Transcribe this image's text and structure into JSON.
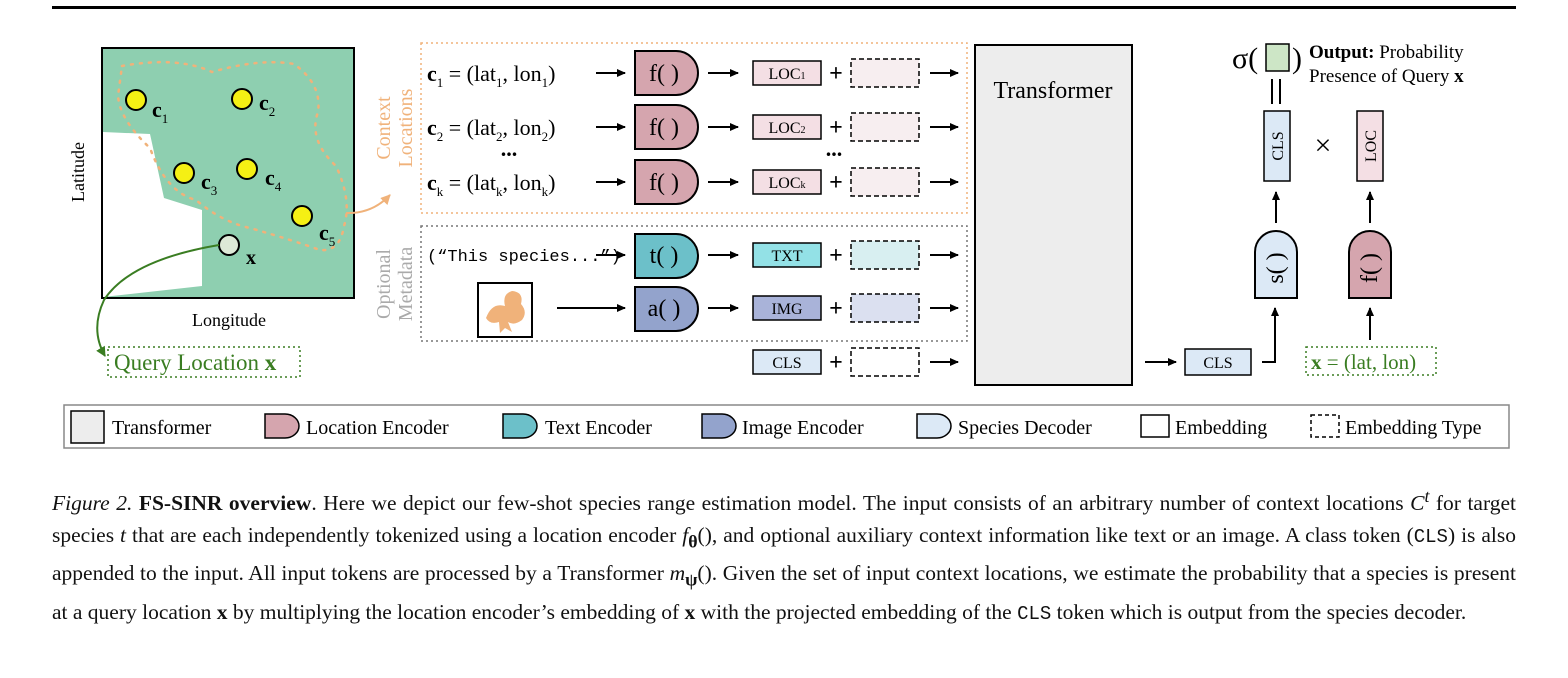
{
  "colors": {
    "map_green": "#8ecfb0",
    "context_orange": "#f0b27a",
    "query_green": "#3a7d22",
    "point_yellow": "#f5f014",
    "transformer_gray": "#ededed",
    "location_encoder": "#d5a5ae",
    "text_encoder": "#6cc0c9",
    "image_encoder": "#93a3cc",
    "species_decoder": "#dce9f6",
    "loc_pink": "#f4dfe4",
    "txt_cyan": "#93e1e6",
    "img_blue": "#a9b3d9"
  },
  "map": {
    "ylabel": "Latitude",
    "xlabel": "Longitude",
    "points": [
      {
        "base": "c",
        "sub": "1"
      },
      {
        "base": "c",
        "sub": "2"
      },
      {
        "base": "c",
        "sub": "3"
      },
      {
        "base": "c",
        "sub": "4"
      },
      {
        "base": "c",
        "sub": "5"
      }
    ],
    "query_point": "x",
    "query_text": "Query Location",
    "query_var": "x"
  },
  "context": {
    "label_1": "Context",
    "label_2": "Locations",
    "rows": [
      {
        "c": "c",
        "c_sub": "1",
        "lat_sub": "1",
        "lon_sub": "1",
        "enc": "f( )",
        "emb": "LOC",
        "emb_sub": "1"
      },
      {
        "c": "c",
        "c_sub": "2",
        "lat_sub": "2",
        "lon_sub": "2",
        "enc": "f( )",
        "emb": "LOC",
        "emb_sub": "2"
      },
      {
        "c": "c",
        "c_sub": "k",
        "lat_sub": "k",
        "lon_sub": "k",
        "enc": "f( )",
        "emb": "LOC",
        "emb_sub": "k"
      }
    ],
    "eq": " = (",
    "lat": "lat",
    "comma": ", ",
    "lon": "lon",
    "close": ")",
    "dots": "..."
  },
  "metadata": {
    "label_1": "Optional",
    "label_2": "Metadata",
    "text_input": "(“This species...”)",
    "text_encoder": "t( )",
    "text_emb": "TXT",
    "image_encoder": "a( )",
    "image_emb": "IMG"
  },
  "cls_token": "CLS",
  "plus": "+",
  "transformer": "Transformer",
  "output": {
    "sigma": "σ(",
    "sigma_close": ")",
    "equals": "||",
    "title": "Output:",
    "line_1": " Probability",
    "line_2": "Presence of Query ",
    "var": "x",
    "cls": "CLS",
    "times": "×",
    "loc": "LOC",
    "species_decoder": "s( )",
    "loc_encoder": "f( )",
    "cls_in": "CLS",
    "query_var": "x",
    "query_rest": " = (lat, lon)"
  },
  "legend": [
    {
      "label": "Transformer",
      "shape": "transformer-swatch"
    },
    {
      "label": "Location Encoder",
      "shape": "location-encoder-swatch"
    },
    {
      "label": "Text Encoder",
      "shape": "text-encoder-swatch"
    },
    {
      "label": "Image Encoder",
      "shape": "image-encoder-swatch"
    },
    {
      "label": "Species Decoder",
      "shape": "species-decoder-swatch"
    },
    {
      "label": "Embedding",
      "shape": "embedding-swatch"
    },
    {
      "label": "Embedding Type",
      "shape": "embedding-type-swatch"
    }
  ],
  "caption": {
    "fig": "Figure 2.",
    "title": "FS-SINR overview",
    "t1": ". Here we depict our few-shot species range estimation model. The input consists of an arbitrary number of context locations ",
    "ct": "C",
    "ct_sup": "t",
    "t2": " for target species ",
    "t_var": "t",
    "t3": " that are each independently tokenized using a location encoder ",
    "f_theta": "f",
    "theta": "θ",
    "paren": "()",
    "t4": ", and optional auxiliary context information like text or an image. A class token (",
    "cls1": "CLS",
    "t5": ") is also appended to the input. All input tokens are processed by a Transformer ",
    "m_psi": "m",
    "psi": "ψ",
    "t6": ". Given the set of input context locations, we estimate the probability that a species is present at a query location ",
    "x1": "x",
    "t7": " by multiplying the location encoder’s embedding of ",
    "x2": "x",
    "t8": " with the projected embedding of the ",
    "cls2": "CLS",
    "t9": " token which is output from the species decoder."
  }
}
